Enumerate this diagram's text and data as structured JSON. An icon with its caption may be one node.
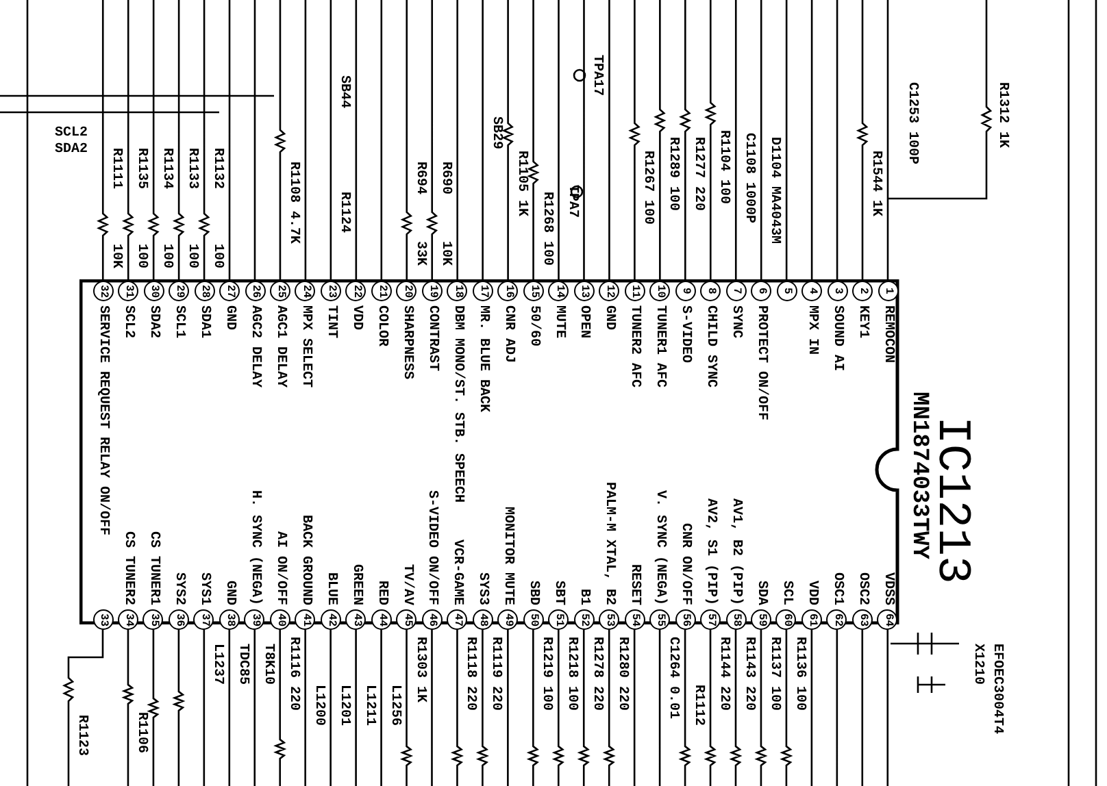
{
  "diagram": {
    "nodes": [
      {
        "text": [
          "IC1213",
          "MN1874033TWY"
        ]
      }
    ],
    "labels": [
      "1",
      "2",
      "3",
      "4",
      "5",
      "6",
      "7",
      "8",
      "9",
      "10",
      "11",
      "12",
      "13",
      "14",
      "15",
      "16",
      "17",
      "18",
      "19",
      "20",
      "21",
      "22",
      "23",
      "24",
      "25",
      "26",
      "27",
      "28",
      "29",
      "30",
      "31",
      "32",
      "33",
      "34",
      "35",
      "36",
      "37",
      "38",
      "39",
      "40",
      "41",
      "42",
      "43",
      "44",
      "45",
      "46",
      "47",
      "48",
      "49",
      "50",
      "51",
      "52",
      "53",
      "54",
      "55",
      "56",
      "57",
      "58",
      "59",
      "60",
      "61",
      "62",
      "63",
      "64",
      "REMOCON",
      "KEY1",
      "SOUND AI",
      "MPX IN",
      "PROTECT ON/OFF",
      "SYNC",
      "CHILD SYNC",
      "S-VIDEO",
      "TUNER1 AFC",
      "TUNER2 AFC",
      "GND",
      "OPEN",
      "MUTE",
      "50/60",
      "CNR ADJ",
      "MR. BLUE BACK",
      "DBM MONO/ST. STB. SPEECH",
      "CONTRAST",
      "SHARPNESS",
      "COLOR",
      "VDD",
      "TINT",
      "MPX SELECT",
      "AGC1 DELAY",
      "AGC2 DELAY",
      "GND",
      "SDA1",
      "SCL1",
      "SDA2",
      "SCL2",
      "SERVICE REQUEST RELAY ON/OFF",
      "CS TUNER2",
      "CS TUNER1",
      "SYS2",
      "SYS1",
      "GND",
      "H. SYNC (NEGA)",
      "AI ON/OFF",
      "BACK GROUND",
      "BLUE",
      "GREEN",
      "RED",
      "TV/AV",
      "S-VIDEO ON/OFF",
      "VCR-GAME",
      "SYS3",
      "MONITOR MUTE",
      "SBD",
      "SBT",
      "B1",
      "PALM-M XTAL, B2",
      "RESET",
      "V. SYNC (NEGA)",
      "CNR ON/OFF",
      "AV2, S1 (PIP)",
      "AV1, B2 (PIP)",
      "SDA",
      "SCL",
      "VDD",
      "OSC1",
      "OSC2",
      "VDSS",
      "SCL2",
      "SDA2",
      "R1111",
      "10K",
      "R1135",
      "100",
      "R1134",
      "100",
      "R1133",
      "100",
      "R1132",
      "100",
      "R1108 4.7K",
      "SB44",
      "R1124",
      "R694",
      "33K",
      "R690",
      "10K",
      "SB29",
      "R1105 1K",
      "R1268 100",
      "TPA17",
      "TPA7",
      "R1267 100",
      "R1289 100",
      "R1277 220",
      "R1104 100",
      "C1108 1000P",
      "D1104 MA4043M",
      "R1544 1K",
      "C1253 100P",
      "R1312 1K",
      "R1123",
      "R1106",
      "L1237",
      "TDC85",
      "T8K10",
      "R1116 220",
      "L1200",
      "L1201",
      "L1211",
      "L1256",
      "R1303 1K",
      "R1118 220",
      "R1119 220",
      "R1219 100",
      "R1218 100",
      "R1278 220",
      "R1280 220",
      "C1264 0.01",
      "R1112",
      "R1144 220",
      "R1143 220",
      "R1137 100",
      "R1136 100",
      "X1210",
      "EFOEC3004T4"
    ]
  }
}
